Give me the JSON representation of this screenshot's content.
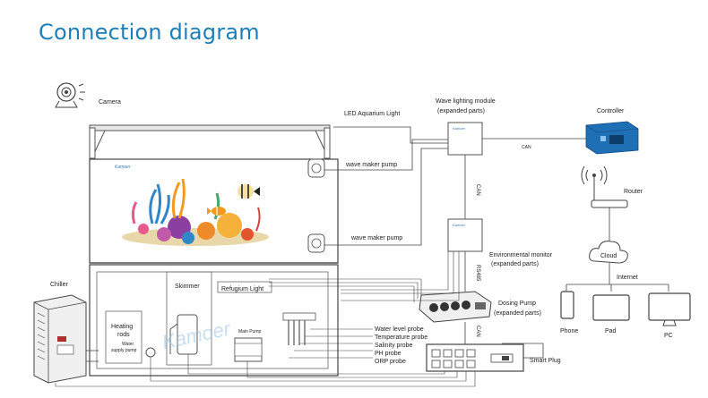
{
  "title": "Connection diagram",
  "labels": {
    "camera": "Camera",
    "led_light": "LED Aquarium Light",
    "wave_module_line1": "Wave lighting module",
    "wave_module_line2": "(expanded parts)",
    "controller": "Controller",
    "can_horizontal": "CAN",
    "can_vertical_upper": "CAN",
    "can_vertical_lower": "CAN",
    "rs485": "RS485",
    "router": "Router",
    "wave_pump_1": "wave maker pump",
    "wave_pump_2": "wave maker pump",
    "env_monitor_line1": "Environmental monitor",
    "env_monitor_line2": "(expanded parts)",
    "cloud": "Cloud",
    "internet": "Internet",
    "chiller": "Chiller",
    "skimmer": "Skimmer",
    "refugium": "Refugium Light",
    "heating_line1": "Heating",
    "heating_line2": "rods",
    "water_supply_line1": "Water",
    "water_supply_line2": "supply pump",
    "main_pump": "Main Pump",
    "dosing_line1": "Dosing Pump",
    "dosing_line2": "(expanded parts)",
    "probe_water_level": "Water level probe",
    "probe_temperature": "Temperature probe",
    "probe_salinity": "Salinity probe",
    "probe_ph": "PH probe",
    "probe_orp": "ORP probe",
    "smart_plug": "Smart Plug",
    "phone": "Phone",
    "pad": "Pad",
    "pc": "PC"
  },
  "watermark": "Kamoer",
  "colors": {
    "title": "#1d7fb8",
    "controller": "#1f6fb5",
    "line": "#444444",
    "fish_orange": "#f29a1e",
    "coral_purple": "#8b3fa0",
    "coral_pink": "#e85a8a",
    "coral_blue": "#2f86c9"
  }
}
